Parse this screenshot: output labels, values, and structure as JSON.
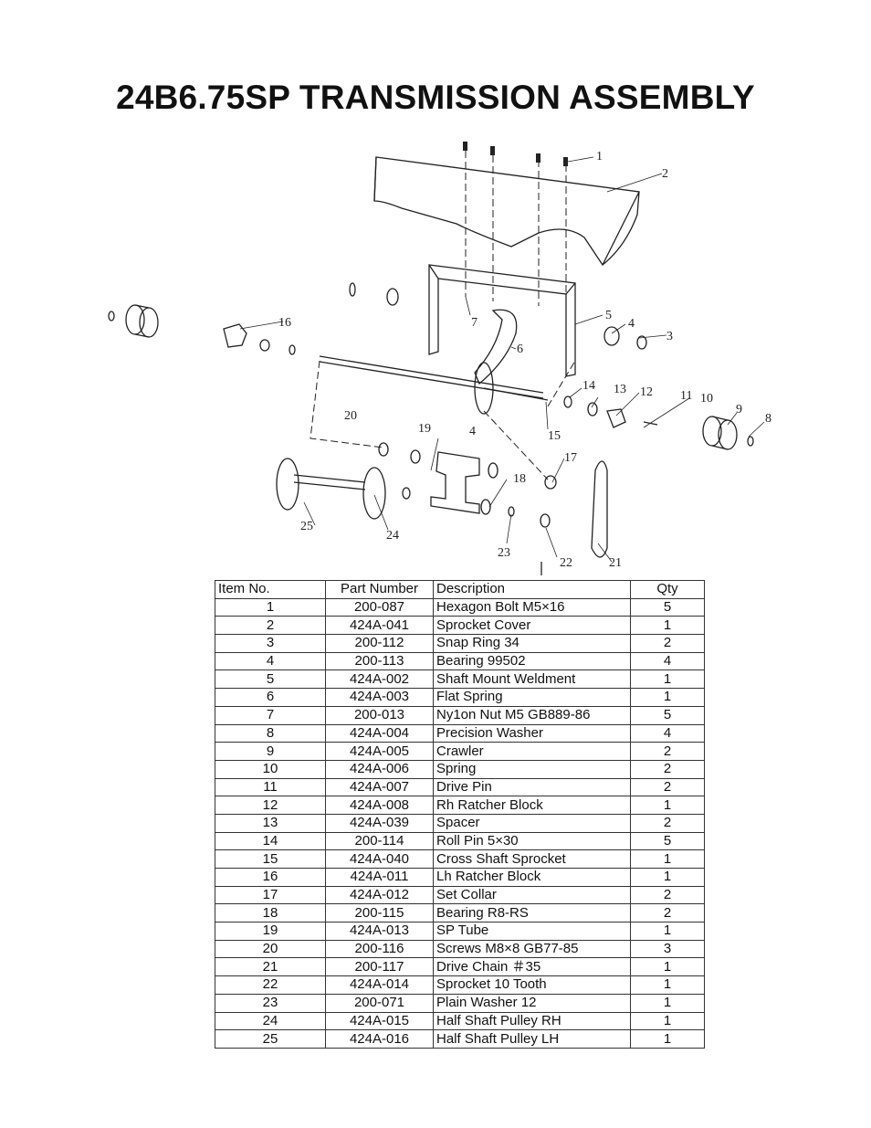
{
  "page": {
    "title": "24B6.75SP TRANSMISSION ASSEMBLY"
  },
  "diagram": {
    "callouts": [
      "1",
      "2",
      "3",
      "4",
      "5",
      "6",
      "7",
      "8",
      "9",
      "10",
      "11",
      "12",
      "13",
      "14",
      "15",
      "16",
      "17",
      "18",
      "19",
      "20",
      "4",
      "21",
      "22",
      "23",
      "24",
      "25"
    ]
  },
  "table": {
    "headers": {
      "item": "Item No.",
      "part": "Part Number",
      "desc": "Description",
      "qty": "Qty"
    },
    "rows": [
      {
        "item": "1",
        "part": "200-087",
        "desc": "Hexagon Bolt M5×16",
        "qty": "5"
      },
      {
        "item": "2",
        "part": "424A-041",
        "desc": "Sprocket Cover",
        "qty": "1"
      },
      {
        "item": "3",
        "part": "200-112",
        "desc": "Snap Ring 34",
        "qty": "2"
      },
      {
        "item": "4",
        "part": "200-113",
        "desc": "Bearing 99502",
        "qty": "4"
      },
      {
        "item": "5",
        "part": "424A-002",
        "desc": "Shaft Mount Weldment",
        "qty": "1"
      },
      {
        "item": "6",
        "part": "424A-003",
        "desc": "Flat Spring",
        "qty": "1"
      },
      {
        "item": "7",
        "part": "200-013",
        "desc": "Ny1on Nut M5 GB889-86",
        "qty": "5"
      },
      {
        "item": "8",
        "part": "424A-004",
        "desc": "Precision Washer",
        "qty": "4"
      },
      {
        "item": "9",
        "part": "424A-005",
        "desc": "Crawler",
        "qty": "2"
      },
      {
        "item": "10",
        "part": "424A-006",
        "desc": "Spring",
        "qty": "2"
      },
      {
        "item": "11",
        "part": "424A-007",
        "desc": "Drive Pin",
        "qty": "2"
      },
      {
        "item": "12",
        "part": "424A-008",
        "desc": "Rh Ratcher Block",
        "qty": "1"
      },
      {
        "item": "13",
        "part": "424A-039",
        "desc": "Spacer",
        "qty": "2"
      },
      {
        "item": "14",
        "part": "200-114",
        "desc": "Roll Pin 5×30",
        "qty": "5"
      },
      {
        "item": "15",
        "part": "424A-040",
        "desc": "Cross Shaft Sprocket",
        "qty": "1"
      },
      {
        "item": "16",
        "part": "424A-011",
        "desc": "Lh Ratcher Block",
        "qty": "1"
      },
      {
        "item": "17",
        "part": "424A-012",
        "desc": "Set Collar",
        "qty": "2"
      },
      {
        "item": "18",
        "part": "200-115",
        "desc": "Bearing R8-RS",
        "qty": "2"
      },
      {
        "item": "19",
        "part": "424A-013",
        "desc": "SP Tube",
        "qty": "1"
      },
      {
        "item": "20",
        "part": "200-116",
        "desc": "Screws M8×8 GB77-85",
        "qty": "3"
      },
      {
        "item": "21",
        "part": "200-117",
        "desc": "Drive Chain ＃35",
        "qty": "1"
      },
      {
        "item": "22",
        "part": "424A-014",
        "desc": "Sprocket 10 Tooth",
        "qty": "1"
      },
      {
        "item": "23",
        "part": "200-071",
        "desc": "Plain Washer 12",
        "qty": "1"
      },
      {
        "item": "24",
        "part": "424A-015",
        "desc": "Half Shaft Pulley RH",
        "qty": "1"
      },
      {
        "item": "25",
        "part": "424A-016",
        "desc": "Half Shaft Pulley LH",
        "qty": "1"
      }
    ]
  }
}
